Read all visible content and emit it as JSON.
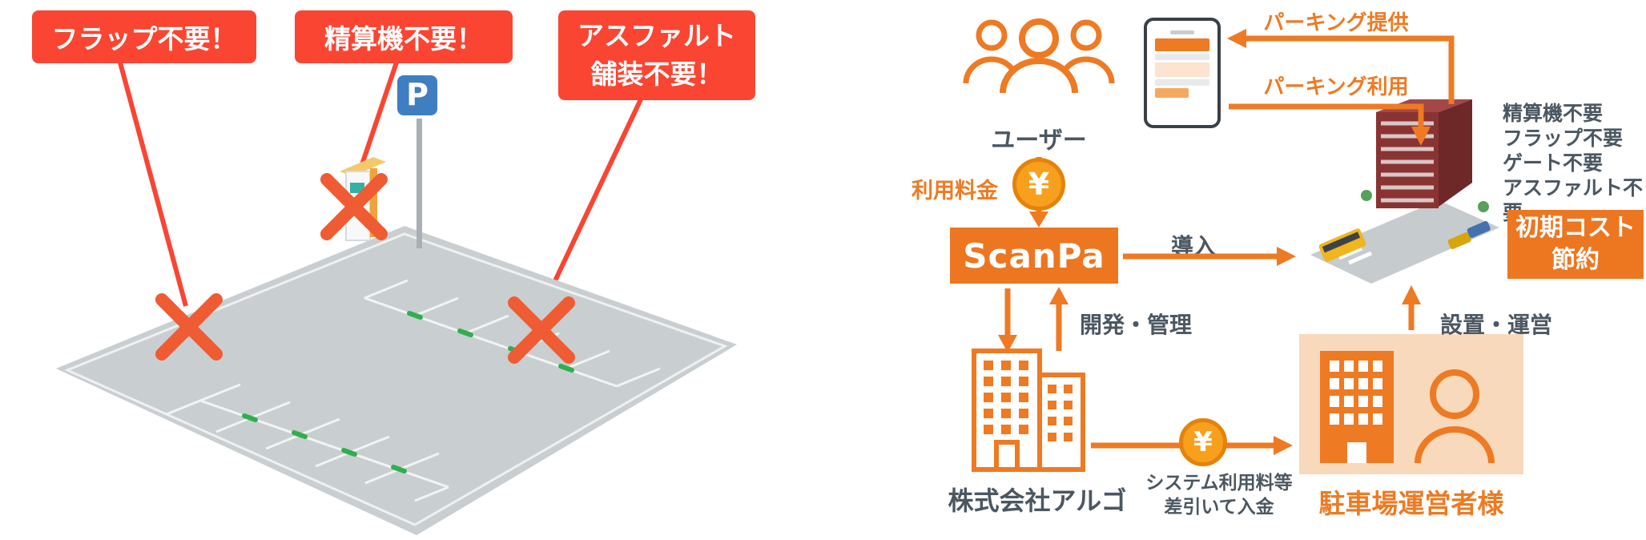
{
  "colors": {
    "callout_red": "#fa4532",
    "x_mark_orange": "#ef5b33",
    "flow_orange": "#ee7a23",
    "scanpa_orange": "#ed7621",
    "coin_gold": "#f7a01d",
    "operator_peach": "#f8d9bb",
    "dark_text": "#4b5761",
    "lot_gray": "#c9ced0"
  },
  "left": {
    "callout_flap": "フラップ不要！",
    "callout_machine": "精算機不要！",
    "callout_asphalt_1": "アスファルト",
    "callout_asphalt_2": "舗装不要！",
    "p_sign": "P"
  },
  "flow": {
    "user_label": "ユーザー",
    "parking_provide": "パーキング提供",
    "parking_use": "パーキング利用",
    "usage_fee": "利用料金",
    "yen_symbol": "¥",
    "scanpa_label": "ScanPa",
    "introduction": "導入",
    "features": [
      "精算機不要",
      "フラップ不要",
      "ゲート不要",
      "アスファルト不要"
    ],
    "initial_cost_1": "初期コスト",
    "initial_cost_2": "節約",
    "dev_manage": "開発・管理",
    "company": "株式会社アルゴ",
    "fee_note_1": "システム利用料等",
    "fee_note_2": "差引いて入金",
    "operator": "駐車場運営者様",
    "install_operate": "設置・運営"
  }
}
